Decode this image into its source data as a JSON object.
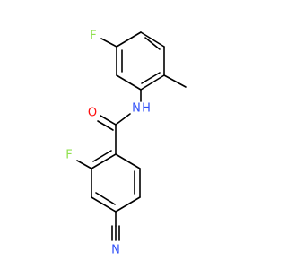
{
  "structure": {
    "atoms": {
      "F_top": {
        "text": "F",
        "color": "#90e050"
      },
      "N_amide": {
        "text": "N",
        "color": "#3050f8"
      },
      "H_amide": {
        "text": "H",
        "color": "#3050f8"
      },
      "O_carbonyl": {
        "text": "O",
        "color": "#ff0d0d"
      },
      "F_ring": {
        "text": "F",
        "color": "#90e050"
      },
      "N_nitrile": {
        "text": "N",
        "color": "#3050f8"
      }
    },
    "bond_color": "#000000"
  }
}
